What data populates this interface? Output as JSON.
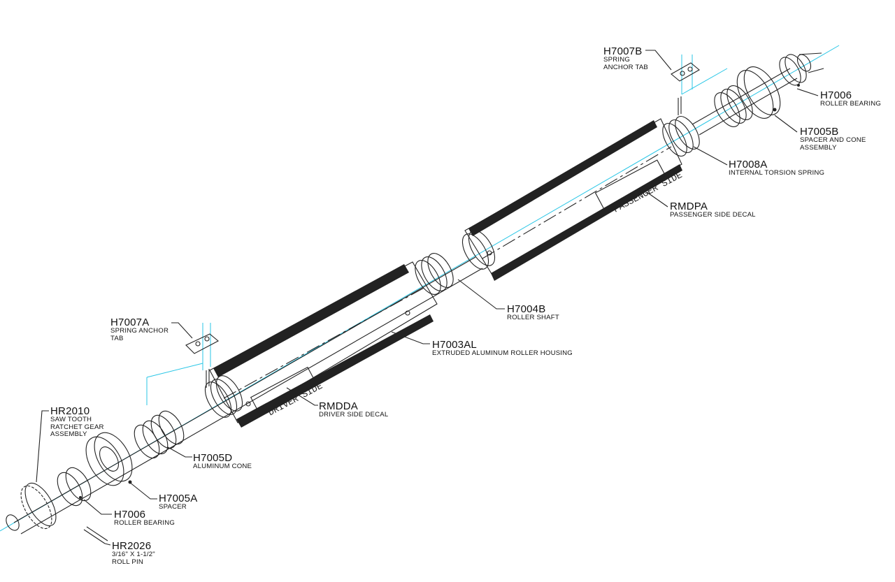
{
  "callouts": [
    {
      "id": "h7007b",
      "part": "H7007B",
      "desc": [
        "SPRING",
        "ANCHOR TAB"
      ]
    },
    {
      "id": "h7006-top",
      "part": "H7006",
      "desc": [
        "ROLLER BEARING"
      ]
    },
    {
      "id": "h7005b",
      "part": "H7005B",
      "desc": [
        "SPACER AND CONE",
        "ASSEMBLY"
      ]
    },
    {
      "id": "h7008a",
      "part": "H7008A",
      "desc": [
        "INTERNAL TORSION SPRING"
      ]
    },
    {
      "id": "rmdpa",
      "part": "RMDPA",
      "desc": [
        "PASSENGER SIDE DECAL"
      ]
    },
    {
      "id": "h7004b",
      "part": "H7004B",
      "desc": [
        "ROLLER SHAFT"
      ]
    },
    {
      "id": "h7003al",
      "part": "H7003AL",
      "desc": [
        "EXTRUDED ALUMINUM ROLLER HOUSING"
      ]
    },
    {
      "id": "h7007a",
      "part": "H7007A",
      "desc": [
        "SPRING ANCHOR",
        "TAB"
      ]
    },
    {
      "id": "rmdda",
      "part": "RMDDA",
      "desc": [
        "DRIVER SIDE DECAL"
      ]
    },
    {
      "id": "hr2010",
      "part": "HR2010",
      "desc": [
        "SAW TOOTH",
        "RATCHET GEAR",
        "ASSEMBLY"
      ]
    },
    {
      "id": "h7005d",
      "part": "H7005D",
      "desc": [
        "ALUMINUM CONE"
      ]
    },
    {
      "id": "h7005a",
      "part": "H7005A",
      "desc": [
        "SPACER"
      ]
    },
    {
      "id": "h7006-bottom",
      "part": "H7006",
      "desc": [
        "ROLLER BEARING"
      ]
    },
    {
      "id": "hr2026",
      "part": "HR2026",
      "desc": [
        "3/16\" X 1-1/2\"",
        "ROLL PIN"
      ]
    }
  ],
  "decals": {
    "driver": "DRIVER SIDE",
    "passenger": "PASSENGER SIDE"
  },
  "colors": {
    "line": "#222222",
    "centerline": "#28c6e6"
  }
}
